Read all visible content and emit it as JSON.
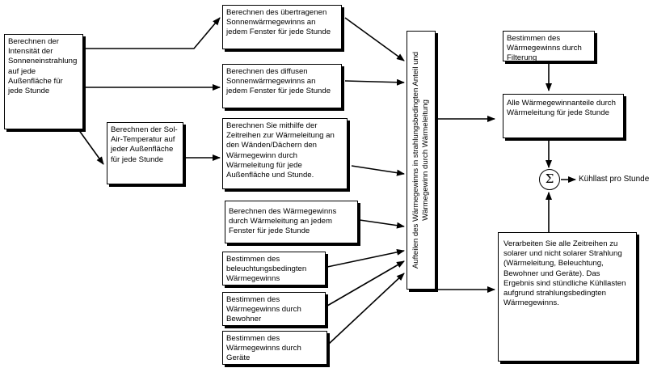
{
  "diagram": {
    "intensity": "Berechnen der Intensität der Sonneneinstrahlung auf jede Außenfläche für jede Stunde",
    "sol_air": "Berechnen der Sol-Air-Temperatur auf jeder Außenfläche für jede Stunde",
    "transmitted_solar": "Berechnen des übertragenen Sonnenwärmegewinns an jedem Fenster für jede Stunde",
    "diffuse_solar": "Berechnen des diffusen Sonnenwärmegewinns an jedem Fenster für jede Stunde",
    "conduction_walls": "Berechnen Sie mithilfe der Zeitreihen zur Wärmeleitung an den Wänden/Dächern den Wärmegewinn durch Wärmeleitung für jede Außenfläche und Stunde.",
    "conduction_windows": "Berechnen des Wärmegewinns durch Wärmeleitung an jedem Fenster für jede Stunde",
    "lighting": "Bestimmen des beleuchtungsbedingten Wärmegewinns",
    "occupants": "Bestimmen des Wärmegewinns durch Bewohner",
    "equipment": "Bestimmen des Wärmegewinns durch Geräte",
    "split": "Aufteilen des Wärmegewinns in strahlungsbedingten Anteil und Wärmegewinn durch Wärmeleitung",
    "infiltration": "Bestimmen des Wärmegewinns durch Filterung",
    "convective_sum": "Alle Wärmegewinnanteile durch Wärmeleitung für jede Stunde",
    "radiant_process": "Verarbeiten Sie alle Zeitreihen zu solarer und nicht solarer Strahlung (Wärmeleitung, Beleuchtung, Bewohner und Geräte). Das Ergebnis sind stündliche Kühllasten aufgrund strahlungsbedingten Wärmegewinns.",
    "sum_symbol": "Σ",
    "output": "Kühllast pro Stunde"
  }
}
